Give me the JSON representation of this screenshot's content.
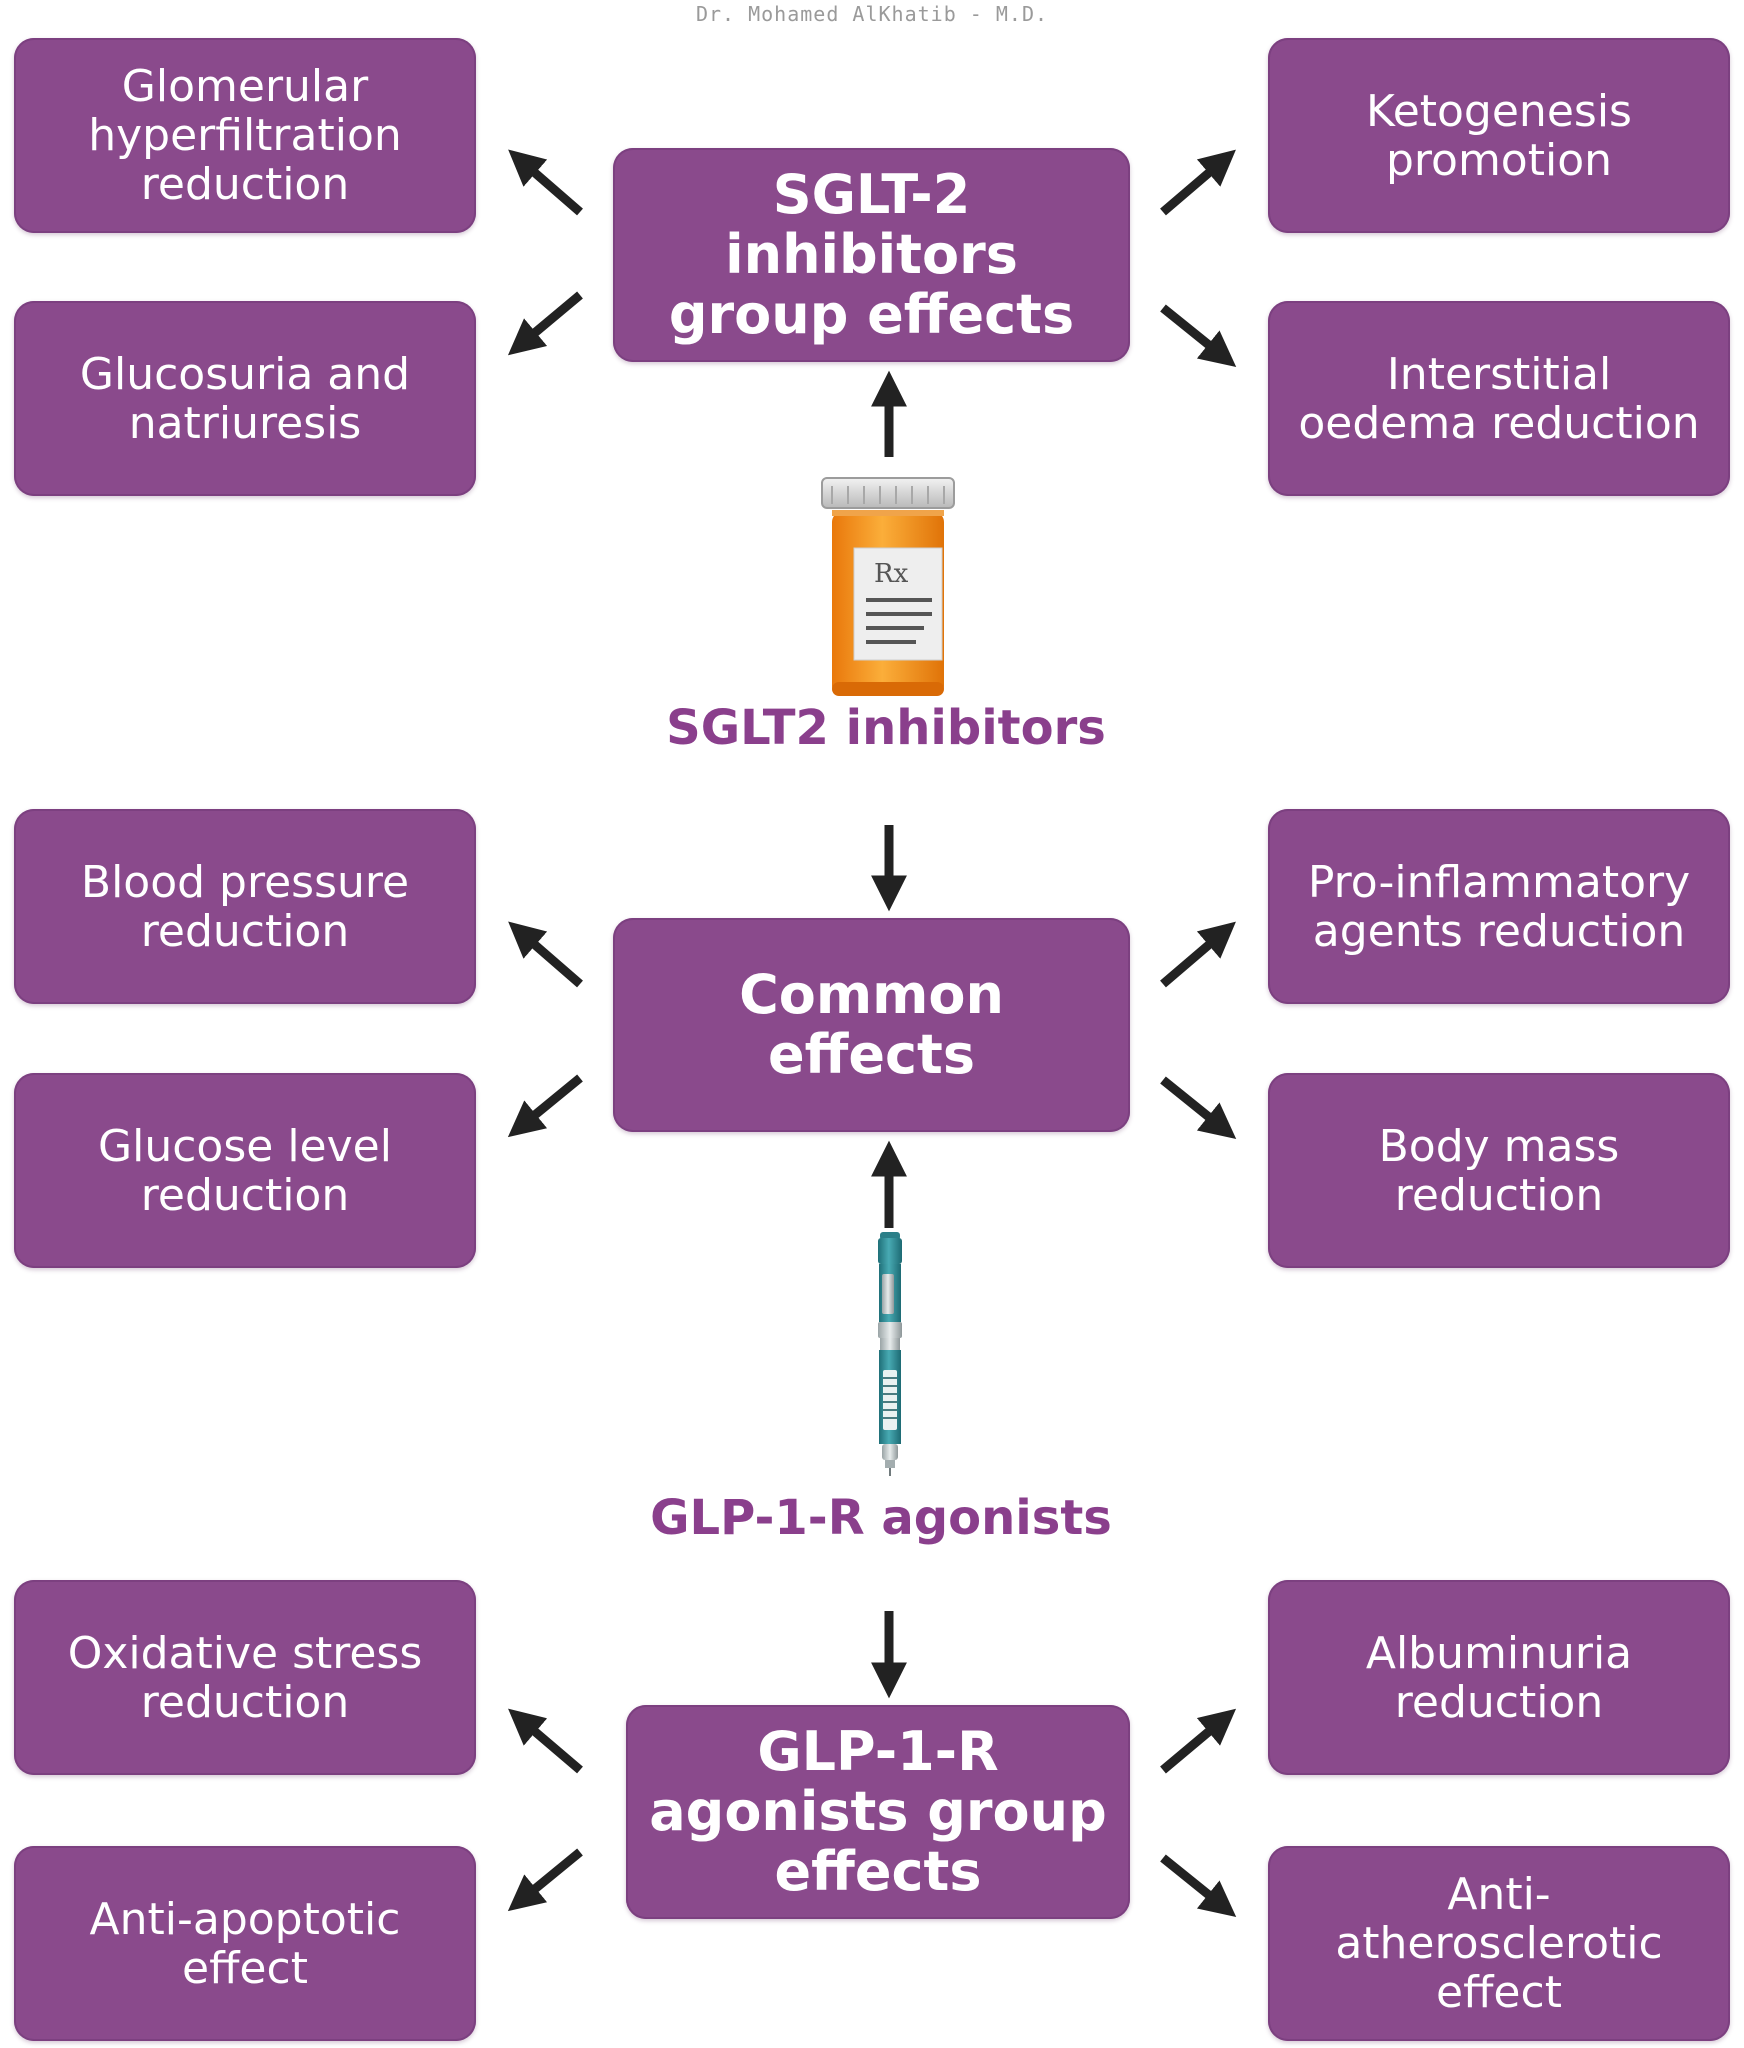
{
  "watermark": "Dr. Mohamed AlKhatib - M.D.",
  "sglt2_group": {
    "title": "SGLT-2 inhibitors group effects",
    "effects": {
      "top_left": "Glomerular hyperfiltration reduction",
      "bottom_left": "Glucosuria and natriuresis",
      "top_right": "Ketogenesis promotion",
      "bottom_right": "Interstitial oedema reduction"
    }
  },
  "sglt2_drug": {
    "label": "SGLT2 inhibitors",
    "icon": "pill-bottle-icon",
    "rx_symbol": "Rx"
  },
  "common": {
    "title": "Common effects",
    "effects": {
      "top_left": "Blood pressure reduction",
      "bottom_left": "Glucose level reduction",
      "top_right": "Pro-inflammatory agents reduction",
      "bottom_right": "Body mass reduction"
    }
  },
  "glp1_drug": {
    "label": "GLP-1-R agonists",
    "icon": "insulin-pen-icon"
  },
  "glp1_group": {
    "title": "GLP-1-R agonists group effects",
    "effects": {
      "top_left": "Oxidative stress reduction",
      "bottom_left": "Anti-apoptotic effect",
      "top_right": "Albuminuria reduction",
      "bottom_right": "Anti-atherosclerotic effect"
    }
  },
  "colors": {
    "box_fill": "#8a4a8c",
    "label_text": "#8a3f8c",
    "arrow": "#222222",
    "bottle_orange": "#f7941d",
    "pen_teal": "#2a8c96"
  }
}
